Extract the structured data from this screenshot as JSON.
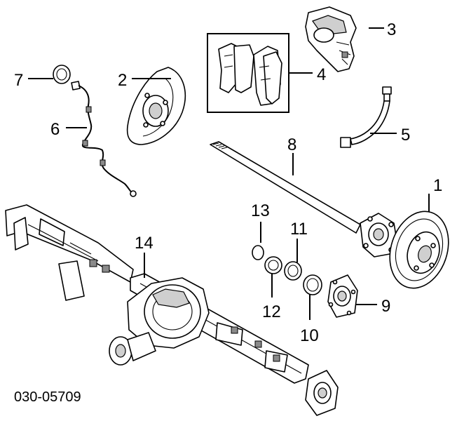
{
  "diagram_code": "030-05709",
  "callouts": {
    "c1": "1",
    "c2": "2",
    "c3": "3",
    "c4": "4",
    "c5": "5",
    "c6": "6",
    "c7": "7",
    "c8": "8",
    "c9": "9",
    "c10": "10",
    "c11": "11",
    "c12": "12",
    "c13": "13",
    "c14": "14"
  }
}
